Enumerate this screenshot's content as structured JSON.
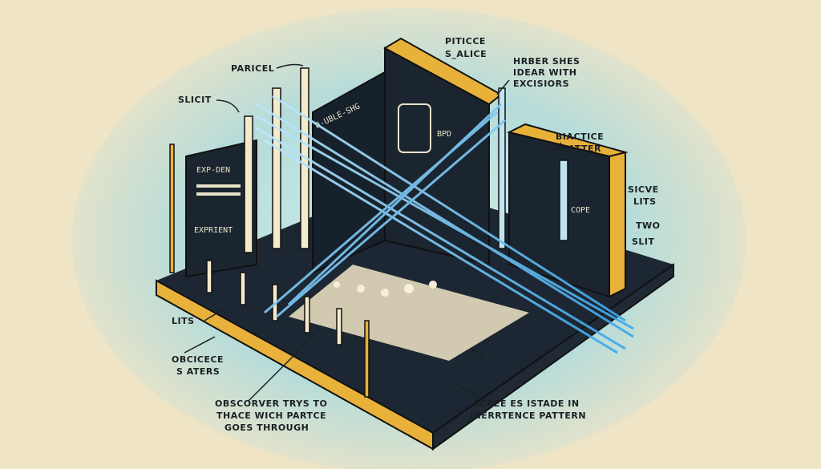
{
  "colors": {
    "background": "#efe4c6",
    "glow": "#b9e0de",
    "platform": "#1c2733",
    "edge": "#e8b13a",
    "beam": "#4fb6ef"
  },
  "labels": {
    "paricel": "PARICEL",
    "slicit": "SLICIT",
    "top_center": [
      "PITICCE",
      "S_ALICE"
    ],
    "top_right": [
      "HRBER SHES",
      "IDEAR WITH",
      "EXCISIORS"
    ],
    "biactice": [
      "BIACTICE",
      "ELATTER"
    ],
    "sicve": [
      "SICVE",
      "LITS"
    ],
    "two": "TWO",
    "slit": "SLIT",
    "lits": "LITS",
    "obcicece": [
      "OBCICECE",
      "S ATERS"
    ],
    "observer": [
      "OBSCORVER TRYS TO",
      "THACE WICH PARTCE",
      "GOES THROUGH"
    ],
    "screen": [
      "SCREE  ES ISTADE IN",
      "INERRTENCE PATTERN"
    ]
  },
  "panel_text": {
    "double": "D-UBLE-SHG",
    "exp_top": "EXP-DEN",
    "exp_bottom": "EXPRIENT",
    "bpd": "BPD",
    "xlv": "XLV",
    "cope": "COPE"
  }
}
